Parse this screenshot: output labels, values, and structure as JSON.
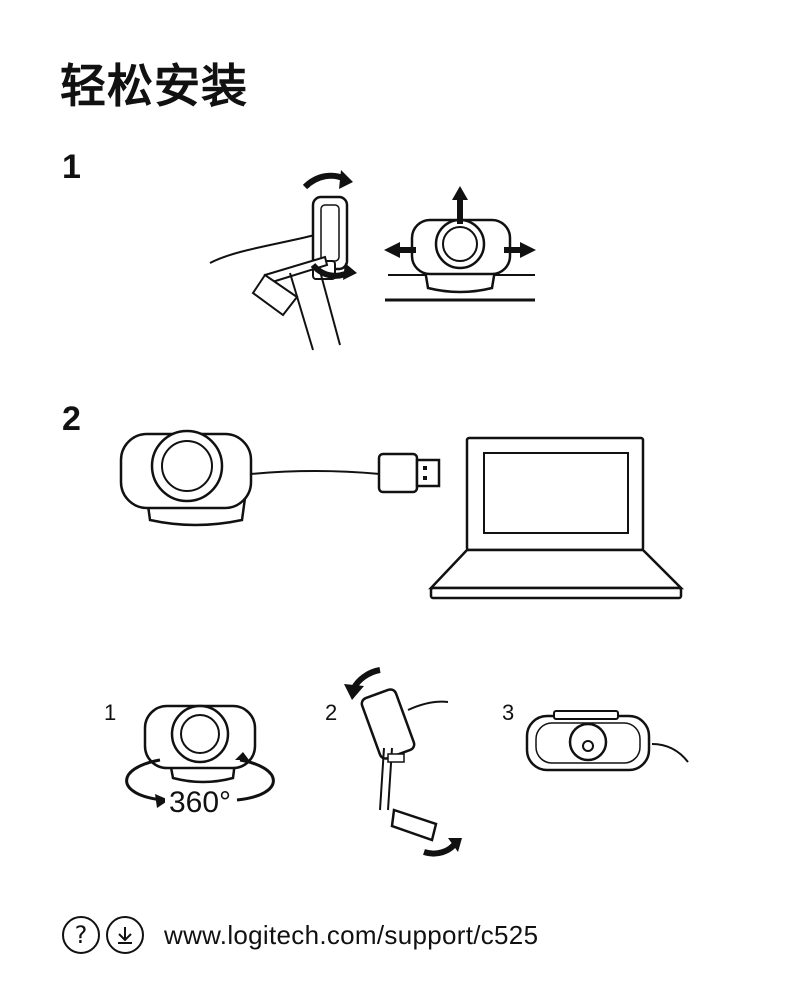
{
  "page": {
    "title": "轻松安装"
  },
  "steps": [
    {
      "number": "1"
    },
    {
      "number": "2"
    }
  ],
  "substeps": [
    {
      "number": "1",
      "label": "360°"
    },
    {
      "number": "2"
    },
    {
      "number": "3"
    }
  ],
  "footer": {
    "url": "www.logitech.com/support/c525",
    "icons": [
      "help-icon",
      "download-icon"
    ]
  }
}
